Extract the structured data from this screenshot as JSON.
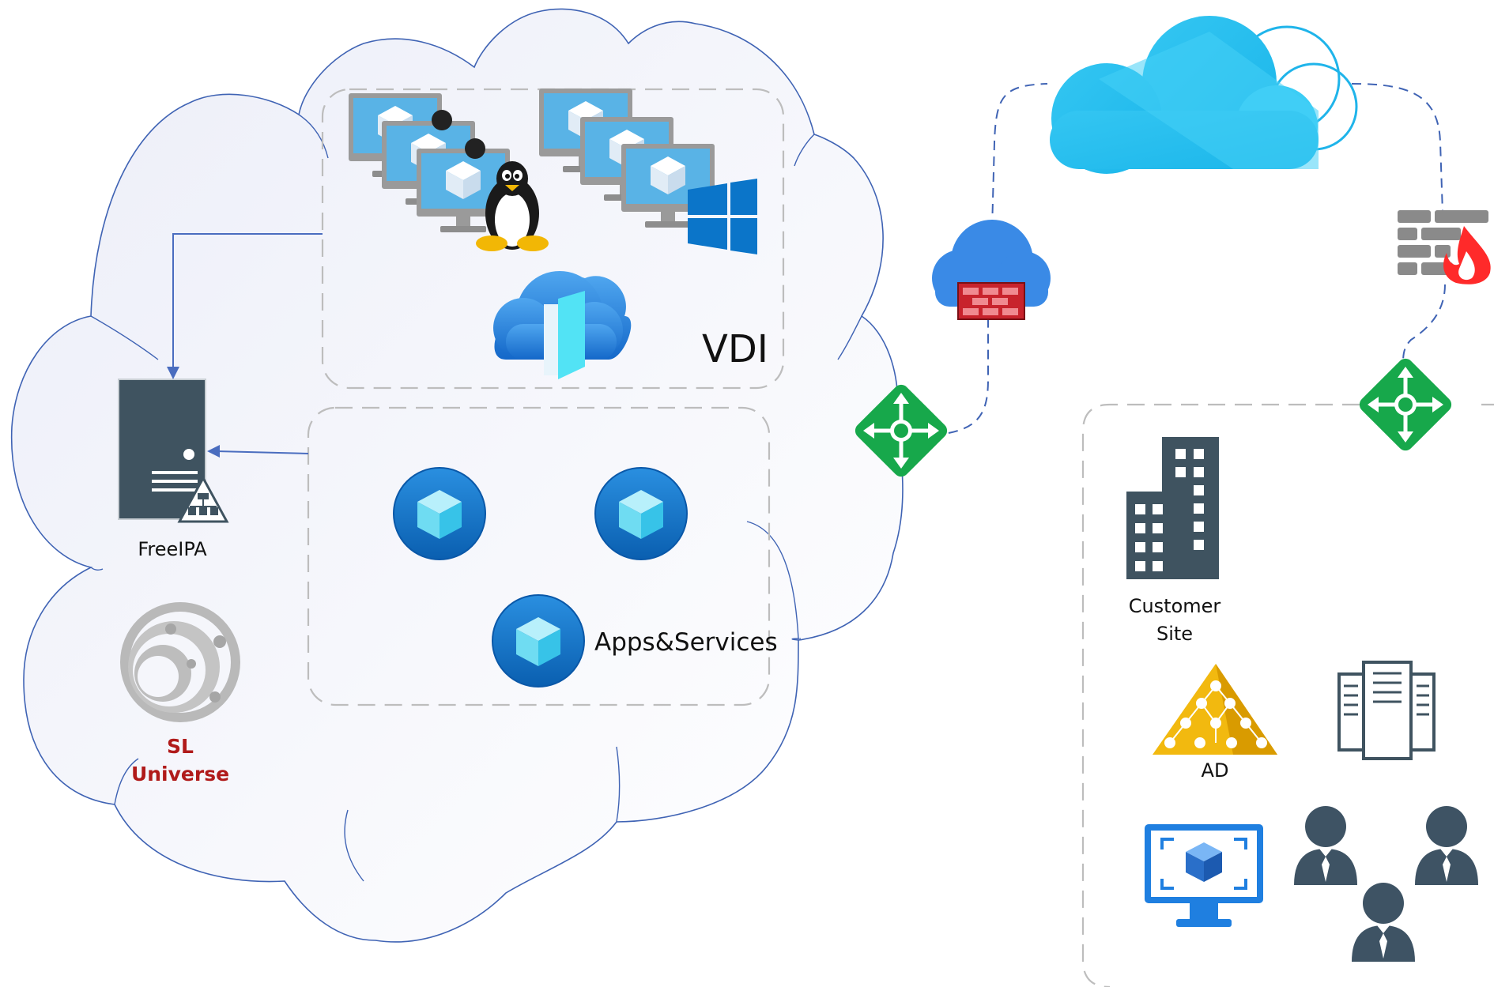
{
  "labels": {
    "vdi": "VDI",
    "apps": "Apps&Services",
    "freeipa": "FreeIPA",
    "sl_line1": "SL",
    "sl_line2": "Universe",
    "customer_line1": "Customer",
    "customer_line2": "Site",
    "ad": "AD"
  },
  "colors": {
    "cloud_outline": "#3f63b4",
    "dash_gray": "#bdbdbd",
    "link_blue": "#3f63b4",
    "azure_blue": "#0d6fc4",
    "gateway_green": "#12a84a",
    "server_dark": "#3f5360",
    "sl_red": "#b01a1a",
    "firewall_red": "#c8232c",
    "ad_gold": "#f2b90f"
  },
  "icons": [
    "linux-vm-cluster-icon",
    "windows-vm-cluster-icon",
    "tux-penguin-icon",
    "windows-logo-icon",
    "azure-vdi-cloud-icon",
    "app-service-cube-icon",
    "freeipa-server-icon",
    "sl-universe-logo-icon",
    "network-gateway-icon",
    "cloud-firewall-icon",
    "internet-cloud-icon",
    "brick-firewall-flame-icon",
    "office-building-icon",
    "active-directory-pyramid-icon",
    "server-rack-icon",
    "virtual-machine-monitor-icon",
    "users-group-icon"
  ]
}
